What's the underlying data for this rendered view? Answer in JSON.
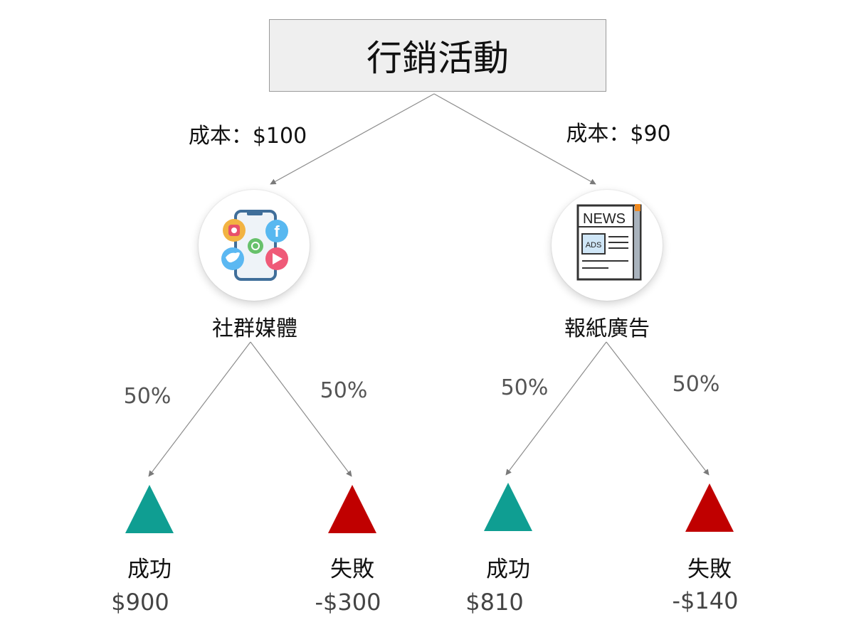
{
  "root": {
    "label": "行銷活動"
  },
  "branches": [
    {
      "cost_label": "成本：$100",
      "node_label": "社群媒體",
      "icon": "social-media-phone-icon",
      "outcomes": [
        {
          "prob": "50%",
          "label": "成功",
          "value": "$900",
          "color": "#0f9e92",
          "icon": "success-triangle-icon"
        },
        {
          "prob": "50%",
          "label": "失敗",
          "value": "-$300",
          "color": "#c00000",
          "icon": "failure-triangle-icon"
        }
      ]
    },
    {
      "cost_label": "成本：$90",
      "node_label": "報紙廣告",
      "icon": "newspaper-ads-icon",
      "newspaper_heading": "NEWS",
      "newspaper_ads": "ADS",
      "outcomes": [
        {
          "prob": "50%",
          "label": "成功",
          "value": "$810",
          "color": "#0f9e92",
          "icon": "success-triangle-icon"
        },
        {
          "prob": "50%",
          "label": "失敗",
          "value": "-$140",
          "color": "#c00000",
          "icon": "failure-triangle-icon"
        }
      ]
    }
  ],
  "colors": {
    "line": "#8c8c8c",
    "success": "#0f9e92",
    "failure": "#c00000"
  }
}
